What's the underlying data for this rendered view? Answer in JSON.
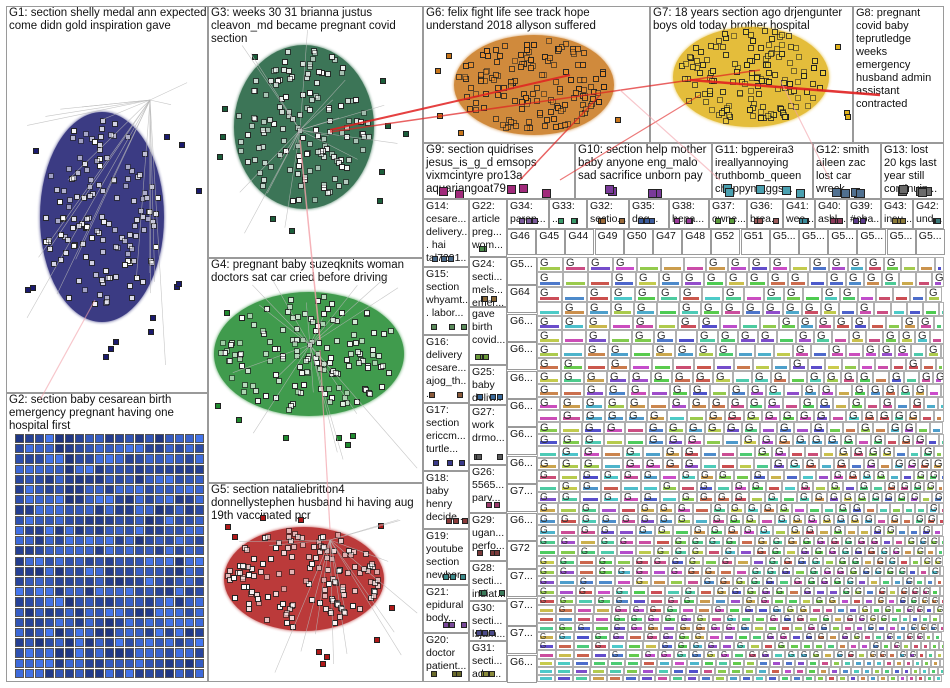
{
  "groups": [
    {
      "id": "G1",
      "label": "G1: section shelly medal ann expected come didn gold inspiration gave",
      "color": "#1a1a6e",
      "bg": "#ffffff"
    },
    {
      "id": "G2",
      "label": "G2: section baby cesarean birth emergency pregnant having one hospital first",
      "color": "#3a7fc8",
      "bg": "#ffffff"
    },
    {
      "id": "G3",
      "label": "G3: weeks 30 31 brianna justus cleavon_md became pregnant covid section",
      "color": "#1b5e3a",
      "bg": "#ffffff"
    },
    {
      "id": "G4",
      "label": "G4: pregnant baby suzeqknits woman doctors sat car cried before driving",
      "color": "#1f8a2e",
      "bg": "#ffffff"
    },
    {
      "id": "G5",
      "label": "G5: section nataliebritton4 donnellystephen husband hi having aug 19th vaccinated pcr",
      "color": "#b01818",
      "bg": "#ffffff"
    },
    {
      "id": "G6",
      "label": "G6: felix fight life see track hope understand 2018 allyson suffered",
      "color": "#c8761b",
      "bg": "#ffffff"
    },
    {
      "id": "G7",
      "label": "G7: 18 years section ago drjengunter boys old today brother hospital",
      "color": "#e0b21a",
      "bg": "#ffffff"
    },
    {
      "id": "G8",
      "label": "G8: pregnant covid baby teprutledge weeks emergency husband admin assistant contracted",
      "color": "#999999",
      "bg": "#ffffff"
    },
    {
      "id": "G9",
      "label": "G9: section quidrises jesus_is_g_d emsops vixmcintyre pro13a aquariangoat79",
      "color": "#a02a7a",
      "bg": "#ffffff"
    },
    {
      "id": "G10",
      "label": "G10: section help mother baby anyone eng_malo sad sacrifice unborn pay",
      "color": "#7a3a9a",
      "bg": "#ffffff"
    },
    {
      "id": "G11",
      "label": "G11: bgpereira3 ireallyannoying truthbomb_queen chappymaggs...",
      "color": "#4aa0b0",
      "bg": "#ffffff"
    },
    {
      "id": "G12",
      "label": "G12: smith aileen zac lost car wreck",
      "color": "#507090",
      "bg": "#ffffff"
    },
    {
      "id": "G13",
      "label": "G13: lost 20 kgs last year still continuin...",
      "color": "#6a6a6a",
      "bg": "#ffffff"
    },
    {
      "id": "G14",
      "label": "G14: cesare... delivery... hai tal7291...",
      "color": "#4a6a8a",
      "bg": "#ffffff"
    },
    {
      "id": "G15",
      "label": "G15: section whyamt... labor...",
      "color": "#5a8a5a",
      "bg": "#ffffff"
    },
    {
      "id": "G16",
      "label": "G16: delivery cesare... ajog_th...",
      "color": "#8a5a3a",
      "bg": "#ffffff"
    },
    {
      "id": "G17",
      "label": "G17: section ericcm... turtle...",
      "color": "#3a3a8a",
      "bg": "#ffffff"
    },
    {
      "id": "G18",
      "label": "G18: baby henry decide...",
      "color": "#8a3a3a",
      "bg": "#ffffff"
    },
    {
      "id": "G19",
      "label": "G19: youtube section newbor...",
      "color": "#3a8a8a",
      "bg": "#ffffff"
    },
    {
      "id": "G20",
      "label": "G20: doctor patient...",
      "color": "#6a6a2a",
      "bg": "#ffffff"
    },
    {
      "id": "G21",
      "label": "G21: epidural body...",
      "color": "#7a4a9a",
      "bg": "#ffffff"
    },
    {
      "id": "G22",
      "label": "G22: article preg... wom...",
      "color": "#4a8a4a",
      "bg": "#ffffff"
    },
    {
      "id": "G24",
      "label": "G24: secti... mels... emer...",
      "color": "#8a6a3a",
      "bg": "#ffffff"
    },
    {
      "id": "G25",
      "label": "G25: baby deliv...",
      "color": "#3a6a9a",
      "bg": "#ffffff"
    },
    {
      "id": "G26",
      "label": "G26: 5565... parv...",
      "color": "#9a3a6a",
      "bg": "#ffffff"
    },
    {
      "id": "G27",
      "label": "G27: work drmo...",
      "color": "#5a5a5a",
      "bg": "#ffffff"
    },
    {
      "id": "G28",
      "label": "G28: secti... indiat...",
      "color": "#3a7a5a",
      "bg": "#ffffff"
    },
    {
      "id": "G29",
      "label": "G29: ugan... perfo...",
      "color": "#7a3a3a",
      "bg": "#ffffff"
    },
    {
      "id": "G30",
      "label": "G30: secti... lsjam...",
      "color": "#4a4a8a",
      "bg": "#ffffff"
    },
    {
      "id": "G31",
      "label": "G31: secti... adar...",
      "color": "#8a8a3a",
      "bg": "#ffffff"
    },
    {
      "id": "G23",
      "label": "gave birth covid...",
      "color": "#6a9a3a",
      "bg": "#ffffff"
    },
    {
      "id": "G34",
      "label": "G34: paren...",
      "color": "#7a5a9a",
      "bg": "#ffffff"
    },
    {
      "id": "G33",
      "label": "G33: ...",
      "color": "#3a9a6a",
      "bg": "#ffffff"
    },
    {
      "id": "G32",
      "label": "G32: sectio...",
      "color": "#9a6a3a",
      "bg": "#ffffff"
    },
    {
      "id": "G35",
      "label": "G35: dog...",
      "color": "#3a5a9a",
      "bg": "#ffffff"
    },
    {
      "id": "G38",
      "label": "G38: hepa...",
      "color": "#9a3a9a",
      "bg": "#ffffff"
    },
    {
      "id": "G37",
      "label": "G37: owne...",
      "color": "#5a9a3a",
      "bg": "#ffffff"
    },
    {
      "id": "G36",
      "label": "G36: brea...",
      "color": "#9a5a5a",
      "bg": "#ffffff"
    },
    {
      "id": "G41",
      "label": "G41: wee...",
      "color": "#3a8a9a",
      "bg": "#ffffff"
    },
    {
      "id": "G40",
      "label": "G40: ashl...",
      "color": "#8a3a5a",
      "bg": "#ffffff"
    },
    {
      "id": "G39",
      "label": "G39: #oba...",
      "color": "#5a3a8a",
      "bg": "#ffffff"
    },
    {
      "id": "G43",
      "label": "G43: insu...",
      "color": "#8a7a3a",
      "bg": "#ffffff"
    },
    {
      "id": "G42",
      "label": "G42: und...",
      "color": "#3a7a7a",
      "bg": "#ffffff"
    }
  ],
  "small_tiles": [
    "G46",
    "G45",
    "G44",
    "G49",
    "G50",
    "G47",
    "G48",
    "G52",
    "G51",
    "G5...",
    "G5...",
    "G5...",
    "G5...",
    "G5...",
    "G5..."
  ],
  "tile_letter": "G",
  "col_tiles": [
    "G5...",
    "G64",
    "G6...",
    "G6...",
    "G6...",
    "G6...",
    "G6...",
    "G6...",
    "G7...",
    "G6...",
    "G72",
    "G7...",
    "G7...",
    "G7...",
    "G6..."
  ],
  "colors": {
    "panel_border": "#9a9a9a",
    "edge_gray": "#b8b8b8",
    "edge_red": "#e02020",
    "edge_pink": "#f2a0a8"
  },
  "legend_note": ""
}
